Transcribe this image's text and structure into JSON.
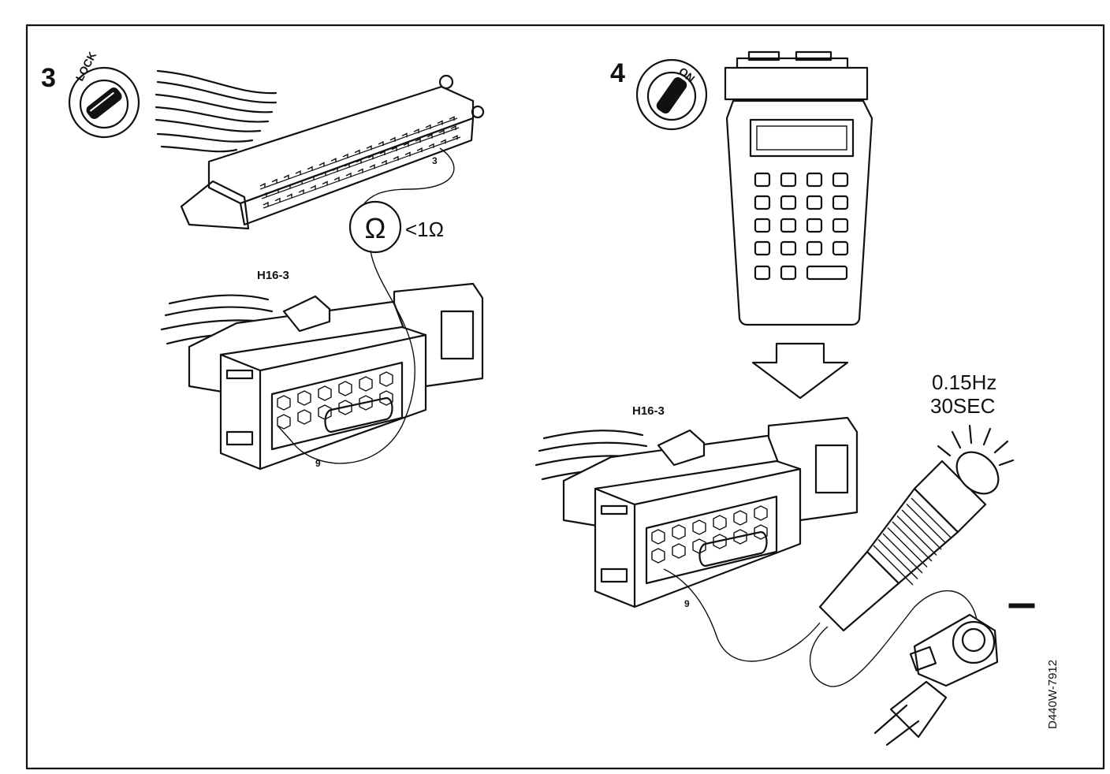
{
  "step3": {
    "number": "3",
    "key_label": "LOCK",
    "pin_top": "3",
    "pin_bottom": "9",
    "ohm_symbol": "Ω",
    "resistance": "<1Ω",
    "connector_label": "H16-3"
  },
  "step4": {
    "number": "4",
    "key_label": "ON",
    "connector_label": "H16-3",
    "pin": "9",
    "frequency": "0.15Hz",
    "duration": "30SEC",
    "ground_sign": "−"
  },
  "figure_code": "D440W-7912"
}
